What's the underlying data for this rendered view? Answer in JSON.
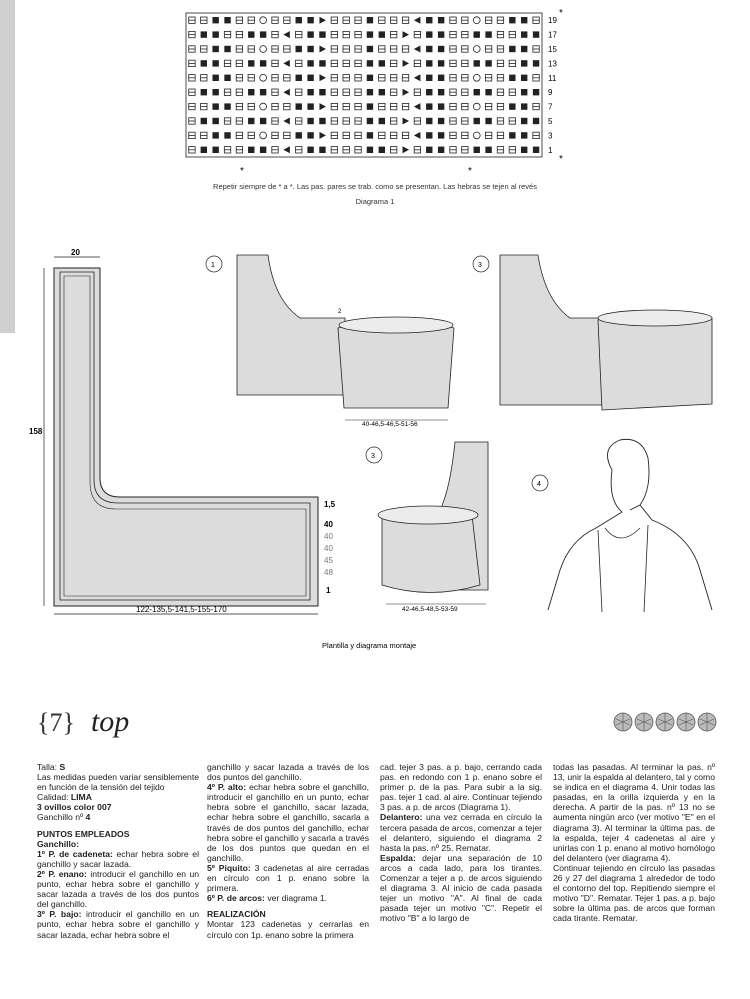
{
  "chart": {
    "row_labels": [
      "19",
      "17",
      "15",
      "13",
      "11",
      "9",
      "7",
      "5",
      "3",
      "1"
    ],
    "stars_right": [
      "*",
      "*"
    ],
    "stars_bottom": [
      "*",
      "*"
    ],
    "caption": "Repetir siempre de * a *. Las pas. pares se trab. como se presentan. Las hebras se tejen al revés",
    "name": "Diagrama 1"
  },
  "template": {
    "label_20": "20",
    "label_158": "158",
    "label_15": "1,5",
    "label_40a": "40",
    "label_40b": "40",
    "label_40c": "40",
    "label_45": "45",
    "label_48": "48",
    "label_1": "1",
    "bottom_dims": "122-135,5-141,5-155-170"
  },
  "steps": {
    "s1": "1",
    "s2": "2",
    "s3": "3",
    "s4": "4",
    "dims1": "40-46,5-46,5-51-56",
    "dims2": "42-46,5-48,5-53-59"
  },
  "diagram_caption": "Plantilla y diagrama montaje",
  "heading": {
    "number": "{7}",
    "word": "top"
  },
  "col1": {
    "talla_label": "Talla:",
    "talla": "S",
    "medidas": "Las medidas pueden variar sensiblemente en función de la tensión del tejido",
    "calidad_label": "Calidad:",
    "calidad": "LIMA",
    "ovillos": "3 ovillos color 007",
    "ganchillo_label": "Ganchillo nº",
    "ganchillo": "4",
    "puntos": "PUNTOS EMPLEADOS",
    "ganchillo_sub": "Ganchillo:",
    "p1_t": "1º P. de cadeneta:",
    "p1": "echar hebra sobre el ganchillo y sacar lazada.",
    "p2_t": "2º P. enano:",
    "p2": "introducir el ganchillo en un punto, echar hebra sobre el ganchillo y sacar lazada a través de los dos puntos del ganchillo.",
    "p3_t": "3º P. bajo:",
    "p3": "introducir el ganchillo en un punto, echar hebra sobre el ganchillo y sacar lazada, echar hebra sobre el"
  },
  "col2": {
    "c": "ganchillo y sacar lazada a través de los dos puntos del ganchillo.",
    "p4_t": "4º P. alto:",
    "p4": "echar hebra sobre el ganchillo, introducir el ganchillo en un punto, echar hebra sobre el ganchillo, sacar lazada, echar hebra sobre el ganchillo, sacarla a través de dos puntos del ganchillo, echar hebra sobre el ganchillo y sacarla a través de los dos puntos que quedan en el ganchillo.",
    "p5_t": "5º Piquito:",
    "p5": "3 cadenetas al aire cerradas en círculo con 1 p. enano sobre la primera.",
    "p6_t": "6º P. de arcos:",
    "p6": "ver diagrama 1.",
    "real": "REALIZACIÓN",
    "r": "Montar 123 cadenetas y cerrarlas en círculo con 1p. enano sobre la primera"
  },
  "col3": {
    "c": "cad. tejer 3 pas. a p. bajo, cerrando cada pas. en redondo con 1 p. enano sobre el primer p. de la pas. Para subir a la sig. pas. tejer 1 cad. al aire. Continuar tejiendo 3 pas. a p. de arcos (Diagrama 1).",
    "del_t": "Delantero:",
    "del": "una vez cerrada en círculo la tercera pasada de arcos, comenzar a tejer el delantero, siguiendo el diagrama 2 hasta la pas. nº 25. Rematar.",
    "esp_t": "Espalda:",
    "esp": "dejar una separación de 10 arcos a cada lado, para los tirantes. Comenzar a tejer a p. de arcos siguiendo el diagrama 3. Al inicio de cada pasada tejer un motivo \"A\". Al final de cada pasada tejer un motivo \"C\". Repetir el motivo \"B\" a lo largo de"
  },
  "col4": {
    "c1": "todas las pasadas. Al terminar la pas. nº 13, unir la espalda al delantero, tal y como se indica en el diagrama 4. Unir todas las pasadas, en la orilla izquierda y en la derecha. A partir de la pas. nº 13 no se aumenta ningún arco (ver motivo \"E\" en el diagrama 3). Al terminar la última pas. de la espalda, tejer 4 cadenetas al aire y unirlas con 1 p. enano al motivo homólogo del delantero (ver diagrama 4).",
    "c2": "Continuar tejiendo en círculo las pasadas 26 y 27 del diagrama 1 alrededor de todo el contorno del top. Repitiendo siempre el motivo \"D\". Rematar. Tejer 1 pas. a p. bajo sobre la última pas. de arcos que forman cada tirante. Rematar."
  },
  "colors": {
    "ink": "#222222",
    "fill": "#dcdcdc",
    "strip": "#cfcfcf"
  }
}
